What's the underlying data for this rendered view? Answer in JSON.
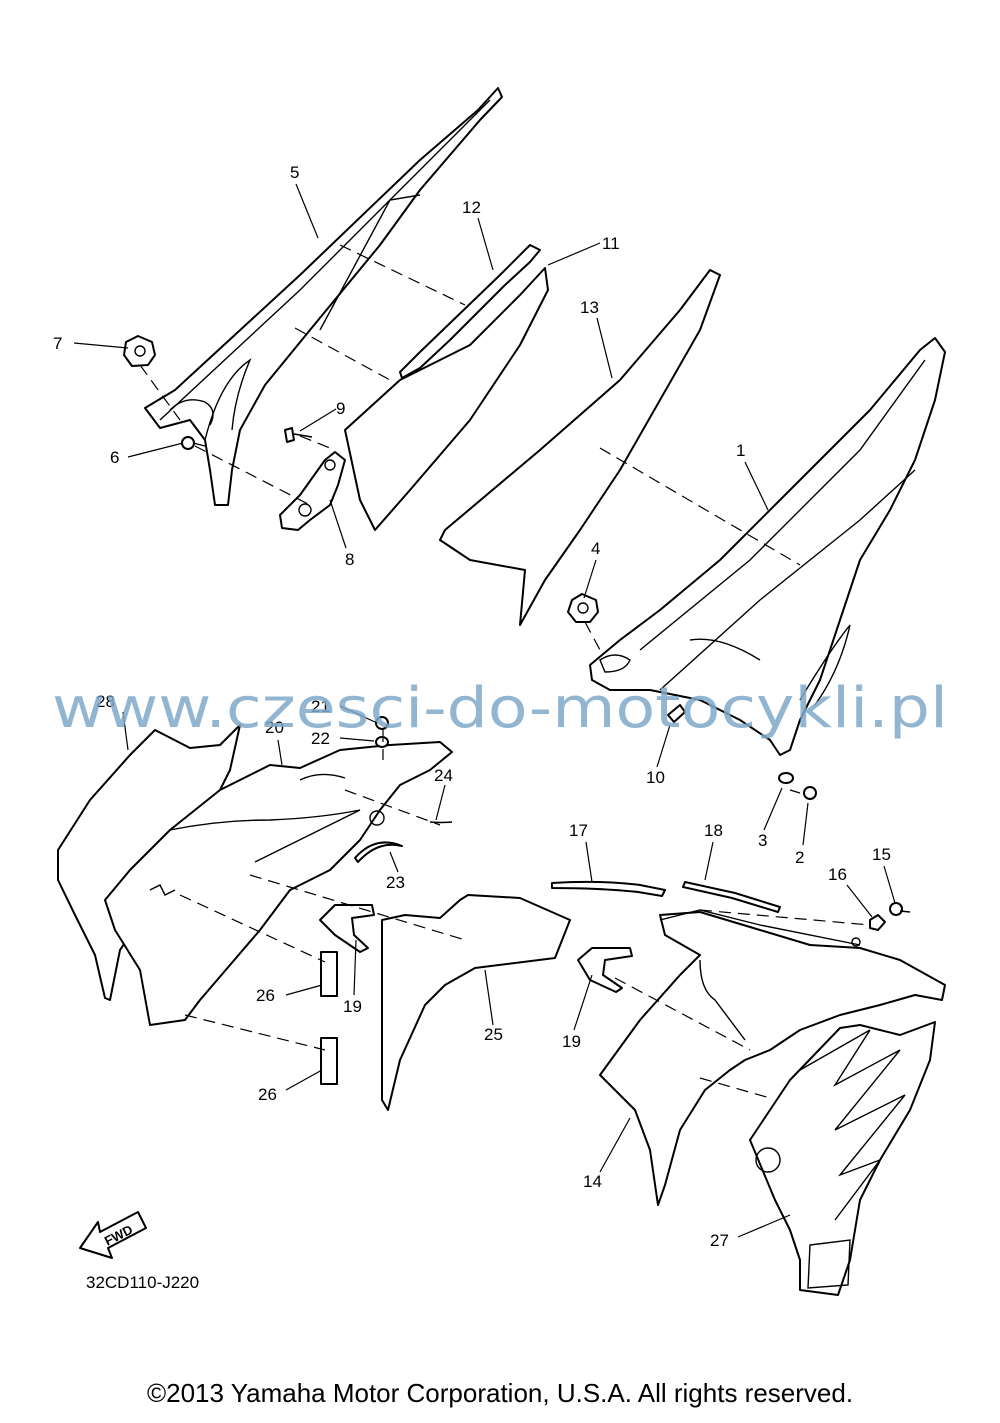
{
  "callouts": [
    "1",
    "2",
    "3",
    "4",
    "5",
    "6",
    "7",
    "8",
    "9",
    "10",
    "11",
    "12",
    "13",
    "14",
    "15",
    "16",
    "17",
    "18",
    "19",
    "19",
    "20",
    "21",
    "22",
    "23",
    "24",
    "25",
    "26",
    "26",
    "27",
    "28"
  ],
  "watermark": "www.czesci-do-motocykli.pl",
  "diagram_code": "32CD110-J220",
  "fwd_label": "FWD",
  "copyright": "©2013 Yamaha Motor Corporation, U.S.A. All rights reserved."
}
